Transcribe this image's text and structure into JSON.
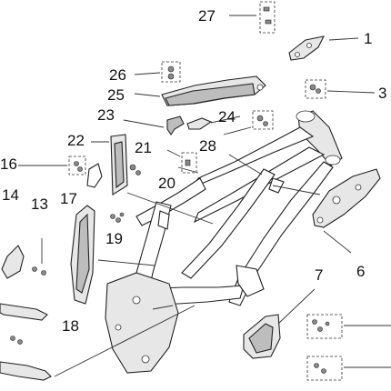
{
  "labels": {
    "l1": "1",
    "l3": "3",
    "l6": "6",
    "l7": "7",
    "l13": "13",
    "l14": "14",
    "l16": "16",
    "l17": "17",
    "l18": "18",
    "l19": "19",
    "l20": "20",
    "l21": "21",
    "l22": "22",
    "l23": "23",
    "l24": "24",
    "l25": "25",
    "l26": "26",
    "l27": "27",
    "l28": "28"
  }
}
